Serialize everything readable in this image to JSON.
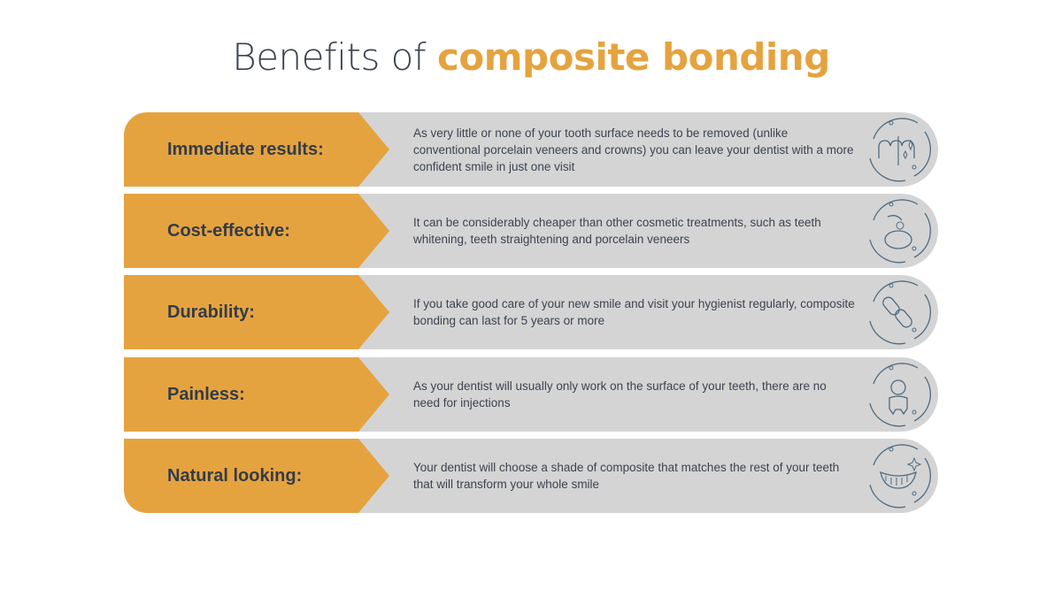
{
  "title": {
    "prefix": "Benefits of ",
    "accent": "composite bonding"
  },
  "colors": {
    "accent": "#e5a33f",
    "panel": "#d4d4d4",
    "text": "#333c48",
    "icon": "#4d6b82"
  },
  "benefits": [
    {
      "label": "Immediate results:",
      "description": "As very little or none of your tooth surface needs to be removed (unlike conventional porcelain veneers and crowns) you can leave your dentist with a more confident smile in just one visit",
      "icon": "teeth-sparkle-icon"
    },
    {
      "label": "Cost-effective:",
      "description": "It can be considerably cheaper than other cosmetic treatments, such as teeth whitening, teeth straightening and porcelain veneers",
      "icon": "piggy-bank-icon"
    },
    {
      "label": "Durability:",
      "description": "If you take good care of your new smile and visit your hygienist regularly, composite bonding can last for 5 years or more",
      "icon": "chain-link-icon"
    },
    {
      "label": "Painless:",
      "description": "As your dentist will usually only work on the surface of your teeth, there are no need for injections",
      "icon": "happy-tooth-icon"
    },
    {
      "label": "Natural looking:",
      "description": "Your dentist will choose a shade of composite that matches the rest of your teeth that will transform your whole smile",
      "icon": "smile-sparkle-icon"
    }
  ]
}
